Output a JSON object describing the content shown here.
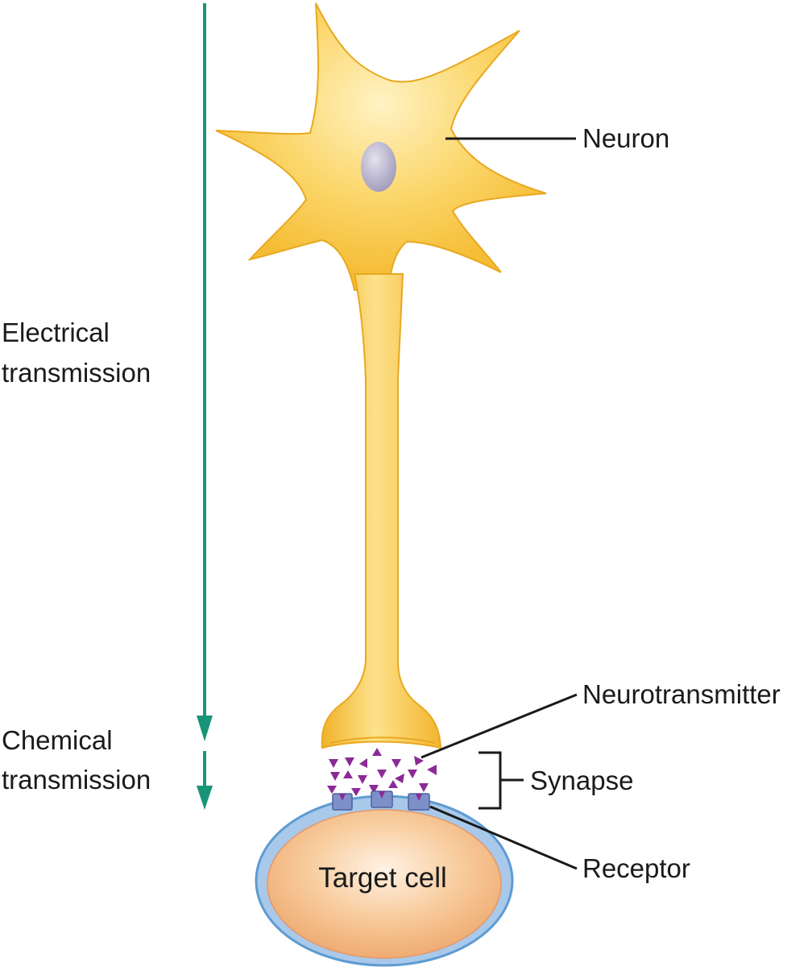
{
  "labels": {
    "neuron": "Neuron",
    "electrical_line1": "Electrical",
    "electrical_line2": "transmission",
    "chemical_line1": "Chemical",
    "chemical_line2": "transmission",
    "neurotransmitter": "Neurotransmitter",
    "synapse": "Synapse",
    "receptor": "Receptor",
    "target_cell": "Target cell"
  },
  "colors": {
    "arrow": "#1a9478",
    "neuron_fill": "#f8c640",
    "neuron_light": "#fde59a",
    "neuron_outline": "#e8a820",
    "nucleus": "#b3aec9",
    "neurotransmitter": "#8b2a96",
    "receptor": "#7e90c8",
    "target_membrane": "#6aa6d8",
    "target_cytoplasm": "#f2b27e",
    "leader_line": "#1a1a1a"
  }
}
